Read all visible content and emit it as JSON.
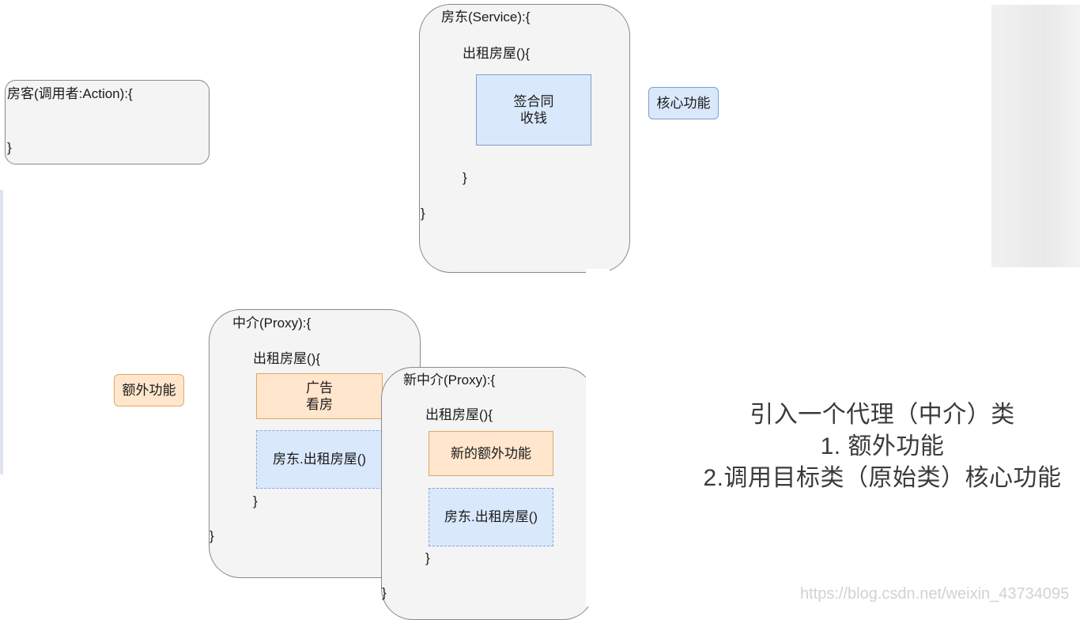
{
  "tenant": {
    "header": "房客(调用者:Action):{",
    "close": "}"
  },
  "landlord": {
    "header": "房东(Service):{",
    "method": "出租房屋(){",
    "core_lines": [
      "签合同",
      "收钱"
    ],
    "method_close": "}",
    "close": "}"
  },
  "core_tag": "核心功能",
  "proxy": {
    "header": "中介(Proxy):{",
    "method": "出租房屋(){",
    "extra_lines": [
      "广告",
      "看房"
    ],
    "call": "房东.出租房屋()",
    "method_close": "}",
    "close": "}"
  },
  "extra_tag": "额外功能",
  "new_proxy": {
    "header": "新中介(Proxy):{",
    "method": "出租房屋(){",
    "extra": "新的额外功能",
    "call": "房东.出租房屋()",
    "method_close": "}",
    "close": "}"
  },
  "summary": {
    "line1": "引入一个代理（中介）类",
    "line2": "1. 额外功能",
    "line3": "2.调用目标类（原始类）核心功能"
  },
  "watermark": "https://blog.csdn.net/weixin_43734095",
  "colors": {
    "panel_fill": "#f4f4f4",
    "core_fill": "#dae8fc",
    "extra_fill": "#ffe6cc"
  }
}
